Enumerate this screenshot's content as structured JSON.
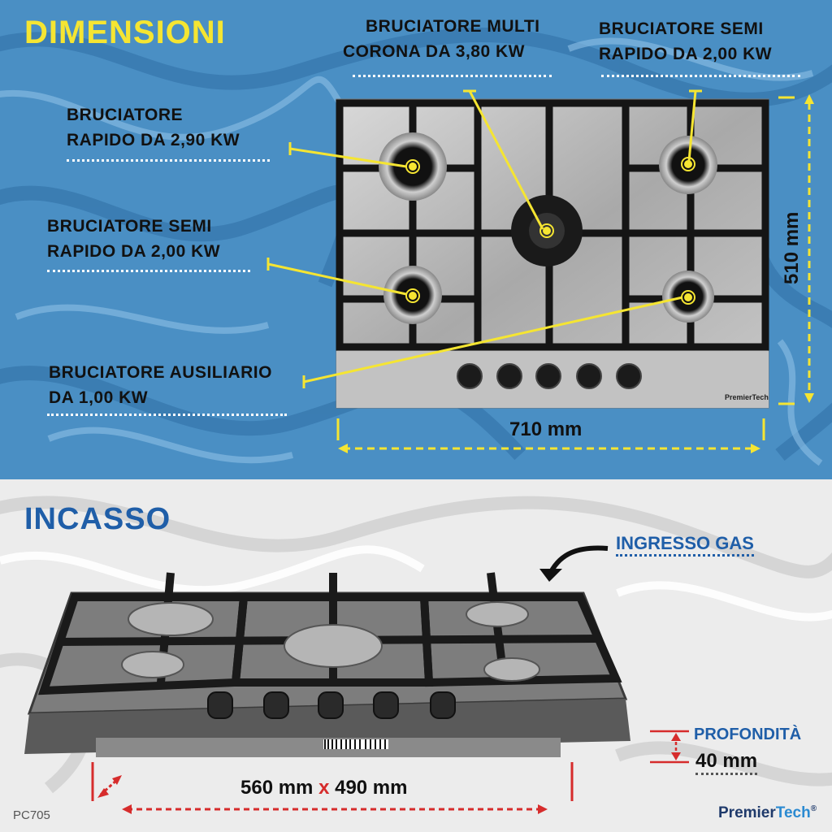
{
  "header": {
    "title": "DIMENSIONI"
  },
  "burners": {
    "multi": {
      "line1": "BRUCIATORE MULTI",
      "line2": "CORONA DA 3,80 KW"
    },
    "semi_top": {
      "line1": "BRUCIATORE SEMI",
      "line2": "RAPIDO DA 2,00 KW"
    },
    "rapid": {
      "line1": "BRUCIATORE",
      "line2": "RAPIDO DA 2,90 KW"
    },
    "semi_left": {
      "line1": "BRUCIATORE SEMI",
      "line2": "RAPIDO DA 2,00 KW"
    },
    "aux": {
      "line1": "BRUCIATORE AUSILIARIO",
      "line2": "DA 1,00 KW"
    }
  },
  "dimensions": {
    "width": "710 mm",
    "height": "510 mm"
  },
  "hob_brand_small": "PremierTech",
  "incasso": {
    "title": "INCASSO",
    "gas_label": "INGRESSO GAS",
    "depth_label": "PROFONDITÀ",
    "depth_value": "40 mm",
    "cutout_w": "560 mm",
    "cutout_x": "x",
    "cutout_h": "490 mm"
  },
  "footer": {
    "model": "PC705",
    "brand_a": "Premier",
    "brand_b": "Tech",
    "reg": "®"
  },
  "colors": {
    "blue": "#4a8fc4",
    "yellow": "#f5e532",
    "red": "#d62c2c",
    "navy": "#1f5ea8"
  }
}
